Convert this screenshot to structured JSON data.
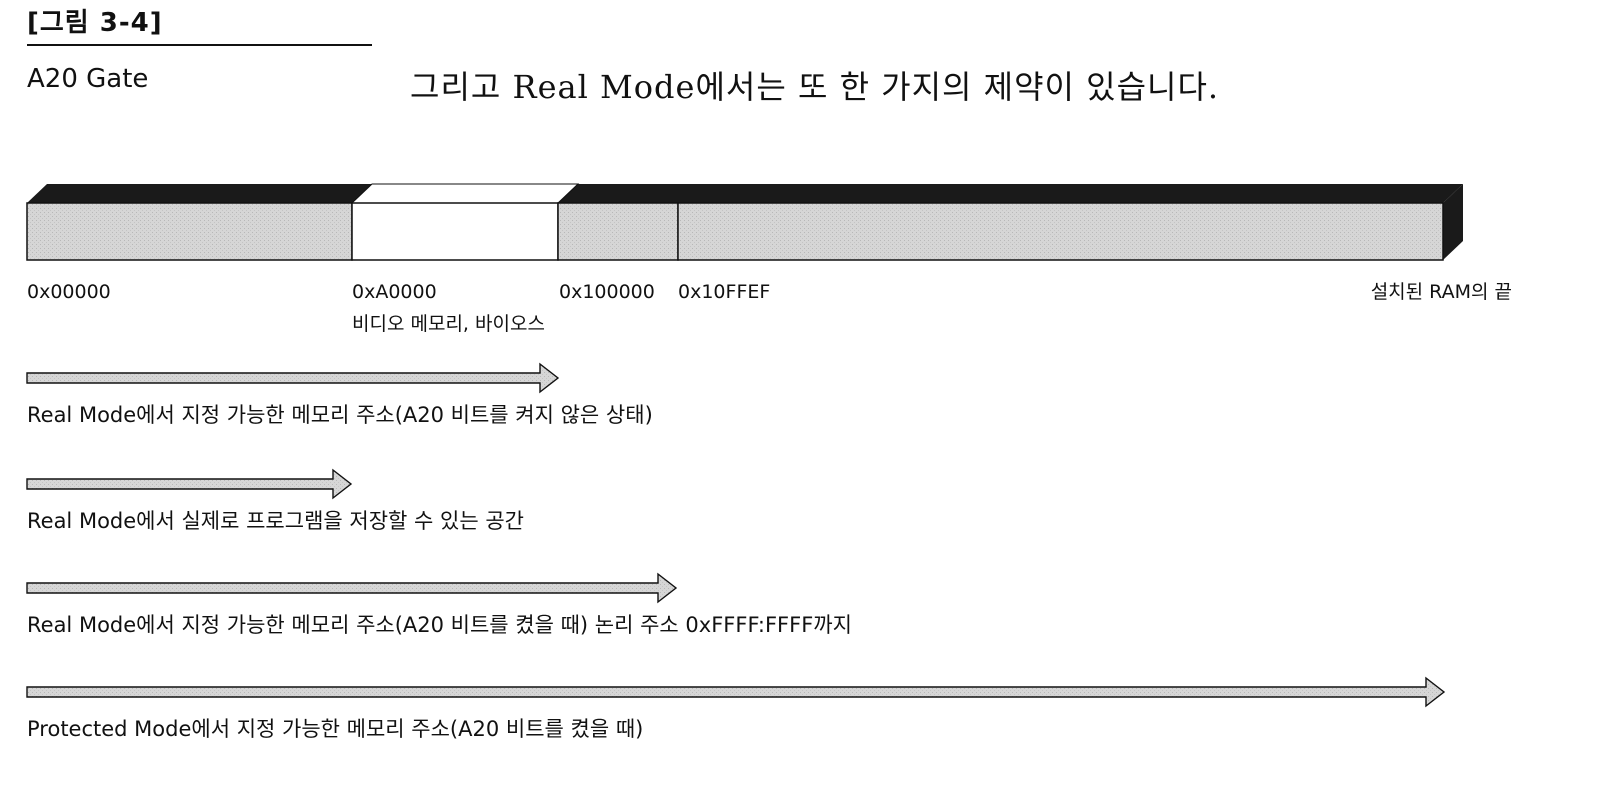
{
  "figure": {
    "title": "[그림 3-4]",
    "section_label": "A20 Gate",
    "intro_text": "그리고 Real Mode에서는 또 한 가지의 제약이 있습니다."
  },
  "colors": {
    "bar_fill": "#d9d9d9",
    "bar_top": "#1a1a1a",
    "highlight_segment": "#ffffff",
    "stroke": "#111111"
  },
  "memory_bar": {
    "segments": [
      {
        "name": "conventional",
        "highlight": false
      },
      {
        "name": "video-bios",
        "highlight": true
      },
      {
        "name": "upper",
        "highlight": false
      },
      {
        "name": "extended",
        "highlight": false
      }
    ],
    "address_labels": [
      "0x00000",
      "0xA0000",
      "0x100000",
      "0x10FFEF",
      "설치된 RAM의 끝"
    ],
    "sub_label": "비디오 메모리, 바이오스"
  },
  "ranges": [
    {
      "text": "Real Mode에서 지정 가능한 메모리 주소(A20 비트를 켜지 않은 상태)"
    },
    {
      "text": "Real Mode에서 실제로 프로그램을 저장할 수 있는 공간"
    },
    {
      "text": "Real Mode에서 지정 가능한 메모리 주소(A20 비트를 켰을 때) 논리 주소 0xFFFF:FFFF까지"
    },
    {
      "text": "Protected Mode에서 지정 가능한 메모리 주소(A20 비트를 켰을 때)"
    }
  ]
}
